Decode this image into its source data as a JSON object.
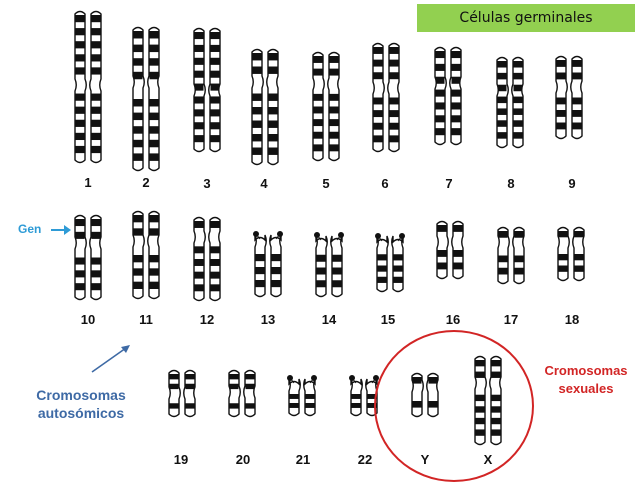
{
  "title": "Células germinales",
  "gene_label": "Gen",
  "autosomes_label_line1": "Cromosomas",
  "autosomes_label_line2": "autosómicos",
  "sex_label_line1": "Cromosomas",
  "sex_label_line2": "sexuales",
  "chromosome_numbers": [
    "1",
    "2",
    "3",
    "4",
    "5",
    "6",
    "7",
    "8",
    "9",
    "10",
    "11",
    "12",
    "13",
    "14",
    "15",
    "16",
    "17",
    "18",
    "19",
    "20",
    "21",
    "22",
    "Y",
    "X"
  ],
  "colors": {
    "title_bg": "#92d050",
    "gene_label": "#2e9bd6",
    "autosomes_label": "#3e6aa5",
    "sex_highlight": "#d22525"
  },
  "icons": [
    "right-arrow-icon",
    "diagonal-arrow-icon"
  ]
}
